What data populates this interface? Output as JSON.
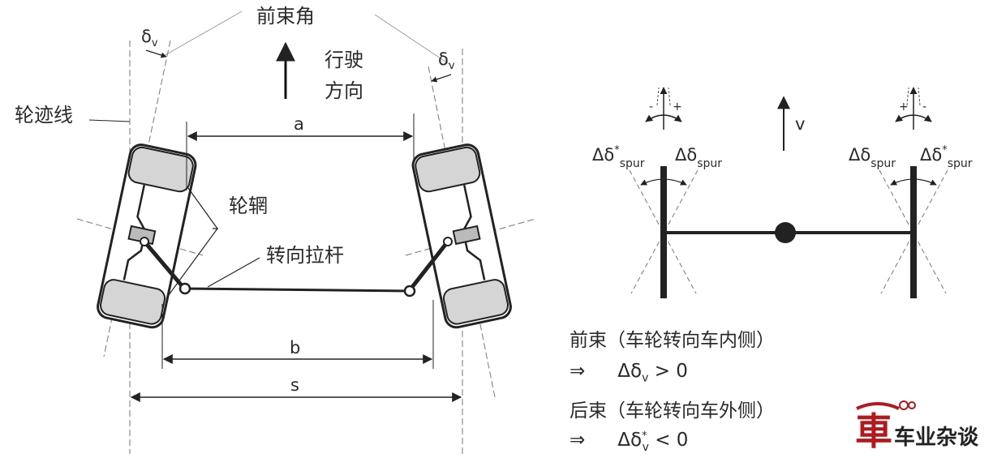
{
  "left_diagram": {
    "toe_angle_title": "前束角",
    "delta_v": "δ",
    "delta_v_sub": "v",
    "travel_direction_line1": "行驶",
    "travel_direction_line2": "方向",
    "wheel_track_line": "轮迹线",
    "rim": "轮辋",
    "tie_rod": "转向拉杆",
    "dim_a": "a",
    "dim_b": "b",
    "dim_s": "s"
  },
  "right_diagram": {
    "velocity": "v",
    "left_delta": "Δδ",
    "left_delta_star": "*",
    "left_delta_sub": "spur",
    "right_delta": "Δδ",
    "right_delta_sub": "spur",
    "right_delta2": "Δδ",
    "right_delta2_star": "*",
    "right_delta2_sub": "spur",
    "minus": "-",
    "plus": "+"
  },
  "legend": {
    "toe_in": "前束（车轮转向车内侧）",
    "toe_in_cond_arrow": "⇒",
    "toe_in_cond_prefix": "Δδ",
    "toe_in_cond_sub": "v",
    "toe_in_cond_suffix": " > 0",
    "toe_out": "后束（车轮转向车外侧）",
    "toe_out_cond_arrow": "⇒",
    "toe_out_cond_prefix": "Δδ",
    "toe_out_cond_star": "*",
    "toe_out_cond_sub": "v",
    "toe_out_cond_suffix": " < 0"
  },
  "watermark": {
    "glyph": "車",
    "text": "车业杂谈",
    "color_red": "#b3191c"
  }
}
